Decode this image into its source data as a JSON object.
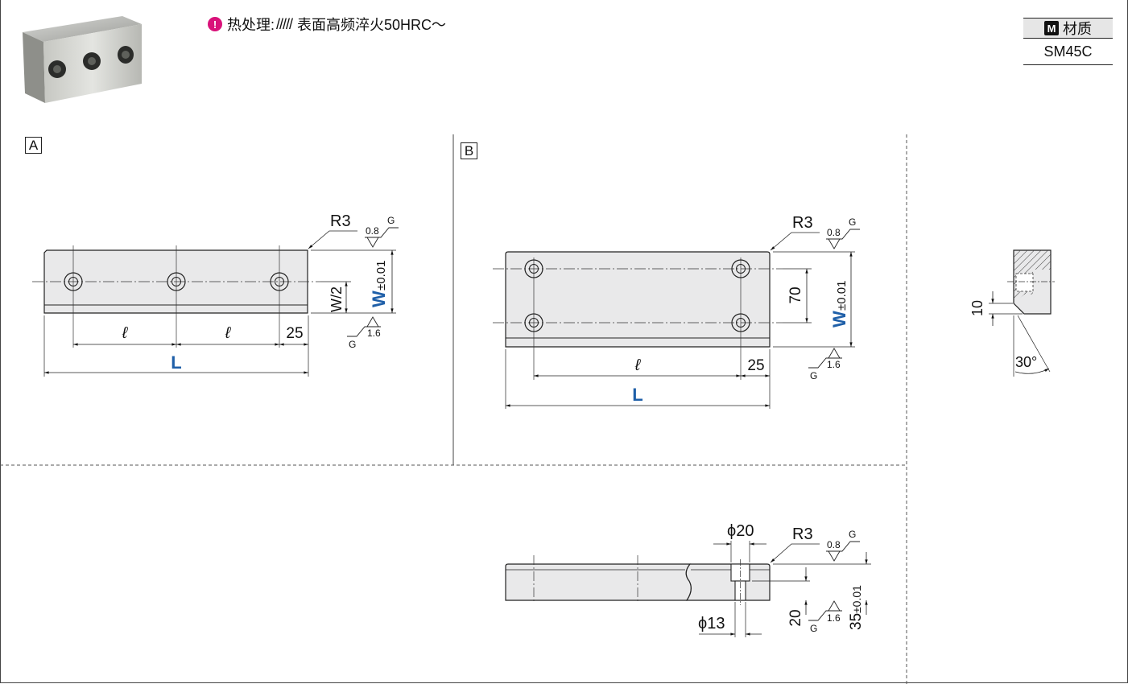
{
  "heat_treatment": {
    "label": "热处理:",
    "hatch": "/////",
    "text": "表面高频淬火50HRC〜"
  },
  "material": {
    "header": "材质",
    "icon_letter": "M",
    "value": "SM45C"
  },
  "views": {
    "a": {
      "label": "A",
      "r_label": "R3",
      "rough_top": "0.8",
      "rough_bottom": "1.6",
      "grind": "G",
      "half_width": "W/2",
      "width": "W",
      "width_tol": "±0.01",
      "pitch": "ℓ",
      "edge": "25",
      "length": "L"
    },
    "b": {
      "label": "B",
      "r_label": "R3",
      "rough_top": "0.8",
      "rough_bottom": "1.6",
      "grind": "G",
      "hole_pitch": "70",
      "width": "W",
      "width_tol": "±0.01",
      "pitch": "ℓ",
      "edge": "25",
      "length": "L"
    },
    "side": {
      "chamfer": "10",
      "angle": "30°"
    },
    "front": {
      "cb_dia": "ϕ20",
      "hole_dia": "ϕ13",
      "r_label": "R3",
      "rough_top": "0.8",
      "rough_bottom": "1.6",
      "grind": "G",
      "cb_depth": "20",
      "height": "35",
      "height_tol": "±0.01"
    }
  },
  "colors": {
    "dim_blue": "#1f5fa8",
    "part_fill": "#e9e9ea",
    "heat_icon": "#d9127a"
  }
}
